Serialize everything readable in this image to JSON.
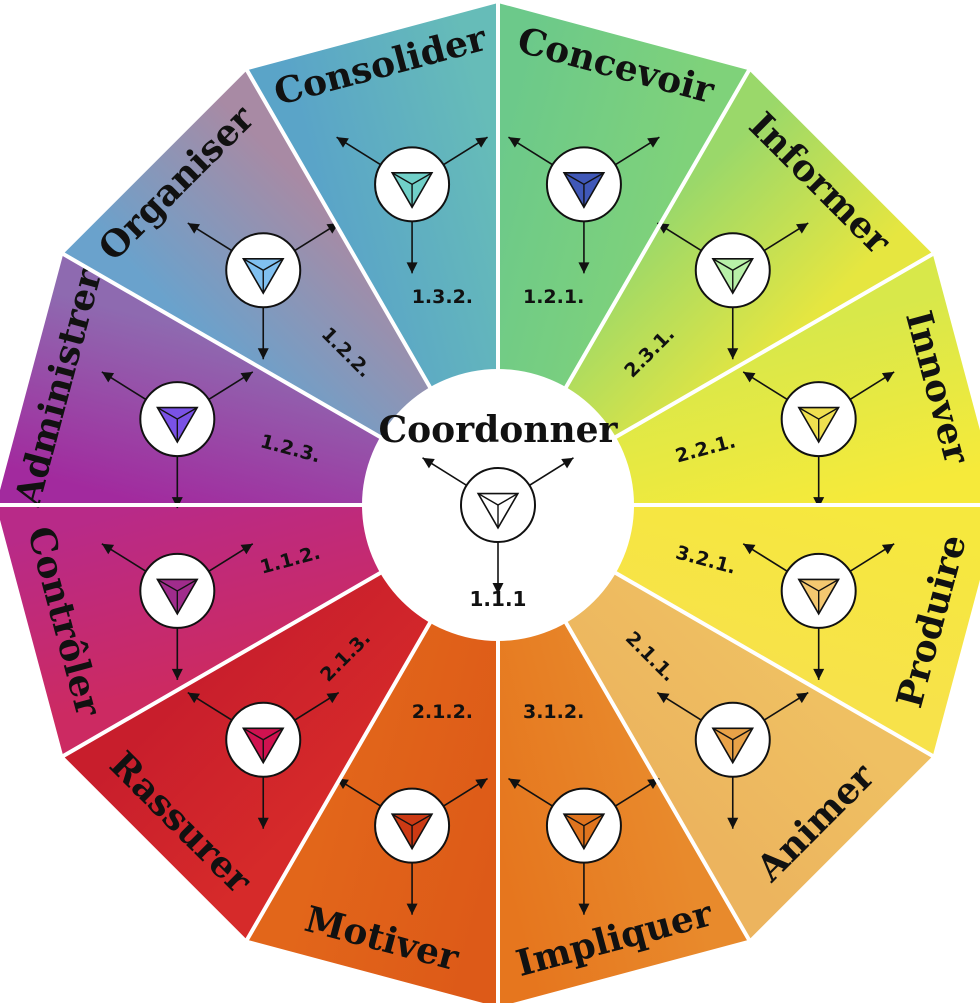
{
  "center": {
    "name": "Coordonner",
    "code": "1.1.1",
    "symbol_color": "#ffffff"
  },
  "segments": [
    {
      "name": "Concevoir",
      "code": "1.2.1.",
      "color_start": "#6cc98a",
      "color_end": "#7fd27a",
      "symbol_color": "#4058b8"
    },
    {
      "name": "Informer",
      "code": "2.3.1.",
      "color_start": "#9ad86a",
      "color_end": "#e6e640",
      "symbol_color": "#b8f0a8"
    },
    {
      "name": "Innover",
      "code": "2.2.1.",
      "color_start": "#d8e84a",
      "color_end": "#f6ea3a",
      "symbol_color": "#f0e050"
    },
    {
      "name": "Produire",
      "code": "3.2.1.",
      "color_start": "#f6e83e",
      "color_end": "#f7e24a",
      "symbol_color": "#f4c870"
    },
    {
      "name": "Animer",
      "code": "2.1.1.",
      "color_start": "#efc062",
      "color_end": "#ecb45e",
      "symbol_color": "#e8a248"
    },
    {
      "name": "Impliquer",
      "code": "3.1.2.",
      "color_start": "#e88a2c",
      "color_end": "#e6761e",
      "symbol_color": "#e0741e"
    },
    {
      "name": "Motiver",
      "code": "2.1.2.",
      "color_start": "#dd5a18",
      "color_end": "#e2661a",
      "symbol_color": "#cc3a14"
    },
    {
      "name": "Rassurer",
      "code": "2.1.3.",
      "color_start": "#d62a2a",
      "color_end": "#c81e2c",
      "symbol_color": "#d01250"
    },
    {
      "name": "Contrôler",
      "code": "1.1.2.",
      "color_start": "#cc2a62",
      "color_end": "#b82a88",
      "symbol_color": "#a02c8c"
    },
    {
      "name": "Administrer",
      "code": "1.2.3.",
      "color_start": "#a22a9e",
      "color_end": "#8e6ab0",
      "symbol_color": "#7a52e6"
    },
    {
      "name": "Organiser",
      "code": "1.2.2.",
      "color_start": "#6aa2cc",
      "color_end": "#a88aa4",
      "symbol_color": "#80c0f0"
    },
    {
      "name": "Consolider",
      "code": "1.3.2.",
      "color_start": "#5aa4c8",
      "color_end": "#66bcb8",
      "symbol_color": "#70d0c8"
    }
  ]
}
